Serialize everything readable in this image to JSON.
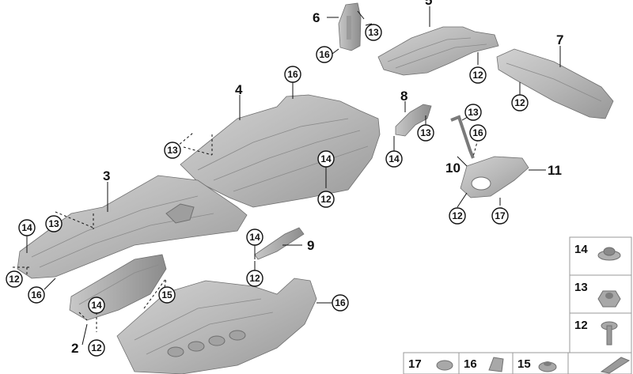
{
  "diagram": {
    "callouts": {
      "p2": "2",
      "p3": "3",
      "p4": "4",
      "p5": "5",
      "p6": "6",
      "p7": "7",
      "p8": "8",
      "p9": "9",
      "p10": "10",
      "p11": "11"
    },
    "circled": {
      "c6_13": "13",
      "c6_16": "16",
      "c5_12": "12",
      "c7_12": "12",
      "c4_16": "16",
      "c4_13": "13",
      "c4_14": "14",
      "c4_12": "12",
      "c8_13": "13",
      "c8_14": "14",
      "c10_13": "13",
      "c10_16": "16",
      "c10_12": "12",
      "c11_17": "17",
      "c3_13": "13",
      "c3_14": "14",
      "c3_12": "12",
      "c3_16": "16",
      "c9_14": "14",
      "c9_12": "12",
      "c2_15": "15",
      "c2_14": "14",
      "c2_12": "12",
      "c1_16": "16"
    },
    "fastener_table": {
      "side": [
        "14",
        "13",
        "12"
      ],
      "bottom": [
        "17",
        "16",
        "15"
      ]
    }
  },
  "colors": {
    "part_fill": "#b9b9b9",
    "part_dark": "#8f8f8f",
    "line": "#111111",
    "box_border": "#9a9a9a"
  }
}
